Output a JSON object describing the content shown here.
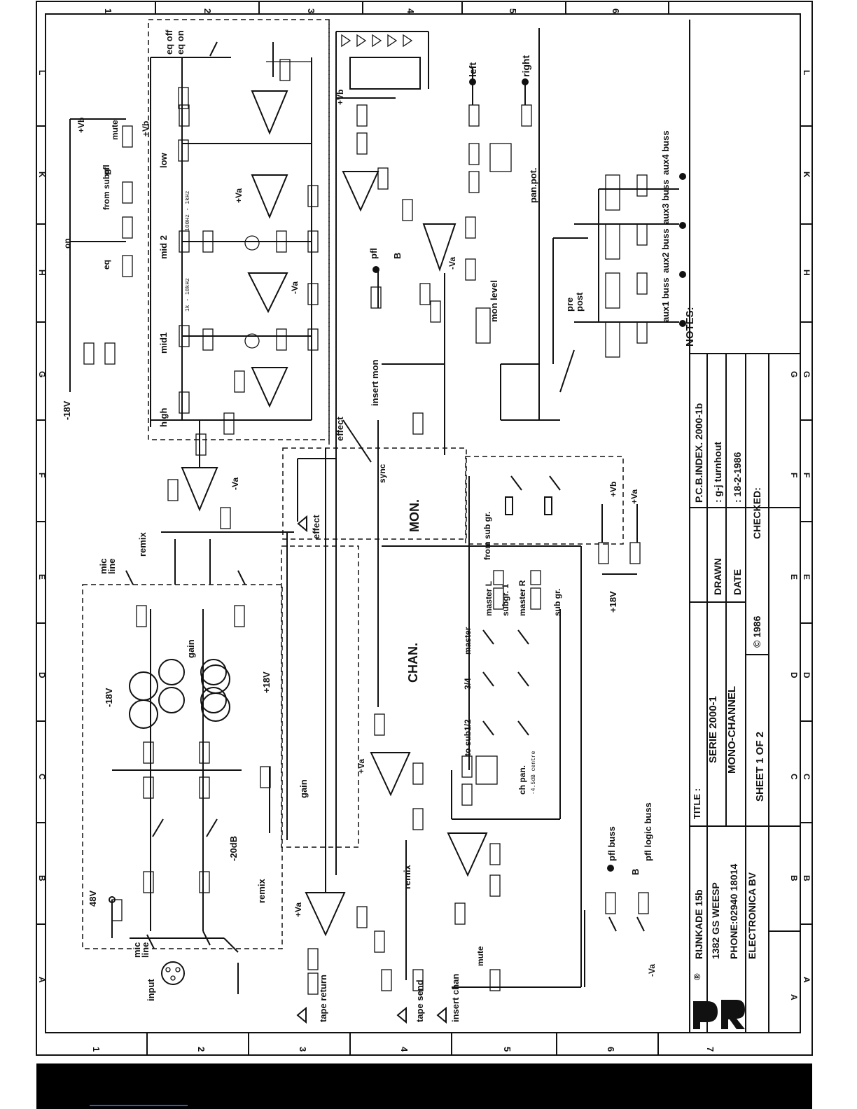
{
  "grid": {
    "cols_top": [
      "1",
      "2",
      "3",
      "4",
      "5",
      "6"
    ],
    "rows_side": [
      "L",
      "K",
      "H",
      "G",
      "F",
      "E",
      "D",
      "C",
      "B",
      "A"
    ],
    "rows_left": [
      "1",
      "2",
      "3",
      "4",
      "5",
      "6",
      "7"
    ]
  },
  "title_block": {
    "title_label": "TITLE :",
    "series": "SERIE 2000-1",
    "name": "MONO-CHANNEL",
    "sheet": "SHEET 1 OF 2",
    "copyright": "© 1986",
    "pcb_index": "P.C.B.INDEX. 2000-1b",
    "drawn_label": "DRAWN",
    "drawn_value": ": g-j turnhout",
    "date_label": "DATE",
    "date_value": ": 18-2-1986",
    "checked_label": "CHECKED:",
    "notes_label": "NOTES:",
    "company_reg": "®",
    "address_1": "RIJNKADE 15b",
    "address_2": "1382 GS WEESP",
    "phone": "PHONE:02940 18014",
    "company": "ELECTRONICA BV"
  },
  "sections": {
    "chan": "CHAN.",
    "mon": "MON."
  },
  "labels": {
    "input": "input",
    "mic_line_1": "mic",
    "mic_line_2": "line",
    "phantom": "48V",
    "minus20db": "-20dB",
    "remix_1": "remix",
    "remix_2": "remix",
    "remix_3": "remix",
    "gain_1": "gain",
    "gain_2": "gain",
    "neg18v_1": "-18V",
    "neg18v_2": "-18V",
    "pos18v": "+18V",
    "high": "high",
    "mid1": "mid1",
    "mid2": "mid 2",
    "low": "low",
    "eq_off": "eq off",
    "eq_on": "eq on",
    "freq_mid1": "1k - 10kHz",
    "freq_mid2": "100Hz - 1kHz",
    "on": "on",
    "eq": "eq",
    "from_subg": "from subg",
    "pfl": "pfl",
    "mute": "mute",
    "vb": "+Vb",
    "neg_va": "-Va",
    "pos_va": "+Va",
    "effect": "effect",
    "effect_sw": "effect",
    "sync": "sync",
    "insert_mon": "insert mon",
    "insert_chan": "insert chan",
    "mon_level": "mon level",
    "pfl_out": "pfl",
    "b_out": "B",
    "left": "left",
    "right": "right",
    "pan_pot": "pan.pot.",
    "pre": "pre",
    "post": "post",
    "aux1": "aux1 buss",
    "aux2": "aux2 buss",
    "aux3": "aux3 buss",
    "aux4": "aux4 buss",
    "tape_return": "tape return",
    "tape_send": "tape send",
    "to_sub": "to sub1/2",
    "sub34": "3/4",
    "master": "master",
    "ch_pan": "ch pan.",
    "centre": "-4.5dB centre",
    "from_subgr": "from sub gr.",
    "master_l": "master L",
    "subgr_1": "subgr. 1",
    "master_r": "master R",
    "subgr_2": "sub gr.",
    "pfl_buss": "pfl buss",
    "pfl_logic": "pfl logic buss",
    "plus18v": "+18V"
  }
}
